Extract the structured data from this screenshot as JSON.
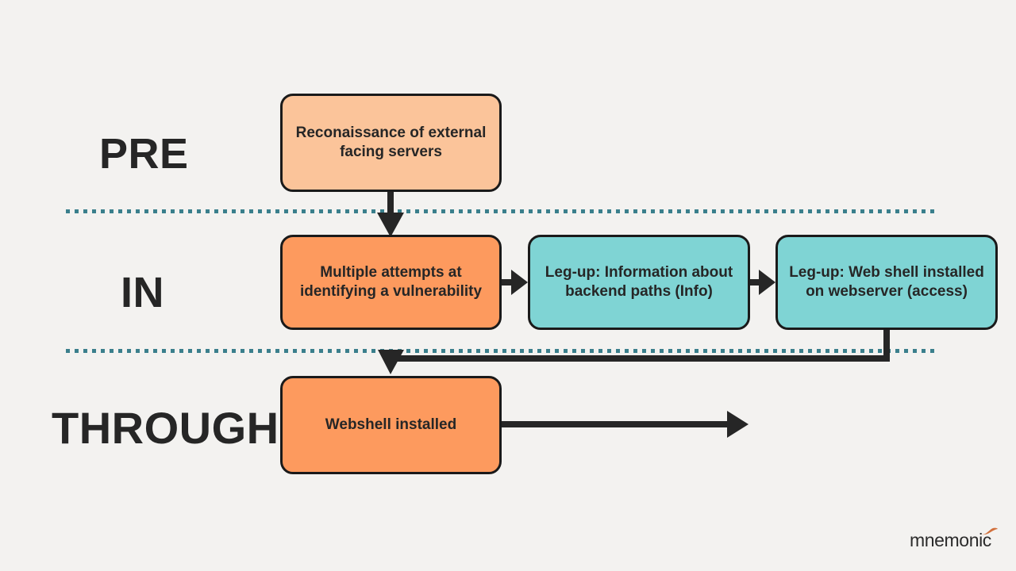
{
  "page": {
    "background_color": "#f3f2f0",
    "title": "Attack progression lanes diagram"
  },
  "lanes": [
    {
      "id": "pre",
      "label": "PRE"
    },
    {
      "id": "in",
      "label": "IN"
    },
    {
      "id": "through",
      "label": "THROUGH"
    }
  ],
  "dividers": [
    {
      "id": "divider-pre-in",
      "style": "dotted",
      "color": "#3a7f8c"
    },
    {
      "id": "divider-in-through",
      "style": "dotted",
      "color": "#3a7f8c"
    }
  ],
  "nodes": [
    {
      "id": "recon",
      "lane": "pre",
      "text": "Reconaissance of external facing servers",
      "fill": "#fbc49a",
      "border": "#1a1a1a"
    },
    {
      "id": "multiple-attempts",
      "lane": "in",
      "text": "Multiple attempts at identifying a vulnerability",
      "fill": "#fd9a5e",
      "border": "#1a1a1a"
    },
    {
      "id": "legup-info",
      "lane": "in",
      "text": "Leg-up: Information about backend paths (Info)",
      "fill": "#7fd4d4",
      "border": "#1a1a1a"
    },
    {
      "id": "legup-webshell",
      "lane": "in",
      "text": "Leg-up: Web shell installed on webserver (access)",
      "fill": "#7fd4d4",
      "border": "#1a1a1a"
    },
    {
      "id": "webshell-installed",
      "lane": "through",
      "text": "Webshell installed",
      "fill": "#fd9a5e",
      "border": "#1a1a1a"
    }
  ],
  "connectors": [
    {
      "id": "recon-to-multiple-attempts",
      "from": "recon",
      "to": "multiple-attempts",
      "direction": "down"
    },
    {
      "id": "multiple-attempts-to-legup-info",
      "from": "multiple-attempts",
      "to": "legup-info",
      "direction": "right"
    },
    {
      "id": "legup-info-to-legup-webshell",
      "from": "legup-info",
      "to": "legup-webshell",
      "direction": "right"
    },
    {
      "id": "legup-webshell-to-webshell-installed",
      "from": "legup-webshell",
      "to": "webshell-installed",
      "direction": "down-left"
    },
    {
      "id": "webshell-installed-outgoing",
      "from": "webshell-installed",
      "to": "",
      "direction": "right"
    }
  ],
  "logo": {
    "wordmark": "mnemonic",
    "mark_color": "#d2703c",
    "text_color": "#2b2b2b"
  }
}
